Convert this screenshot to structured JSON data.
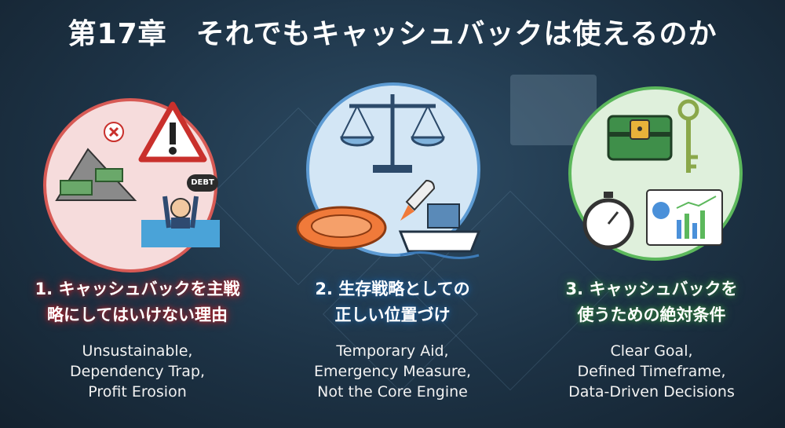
{
  "title": "第17章　それでもキャッシュバックは使えるのか",
  "sections": [
    {
      "heading_line1": "1. キャッシュバックを主戦",
      "heading_line2": "略にしてはいけない理由",
      "points": [
        "Unsustainable,",
        "Dependency Trap,",
        "Profit Erosion"
      ],
      "badge": "DEBT",
      "accent": "#d75a55"
    },
    {
      "heading_line1": "2. 生存戦略としての",
      "heading_line2": "正しい位置づけ",
      "points": [
        "Temporary Aid,",
        "Emergency Measure,",
        "Not the Core Engine"
      ],
      "accent": "#5d9bd3"
    },
    {
      "heading_line1": "3. キャッシュバックを",
      "heading_line2": "使うための絶対条件",
      "points": [
        "Clear Goal,",
        "Defined Timeframe,",
        "Data-Driven Decisions"
      ],
      "accent": "#5cb85c"
    }
  ]
}
